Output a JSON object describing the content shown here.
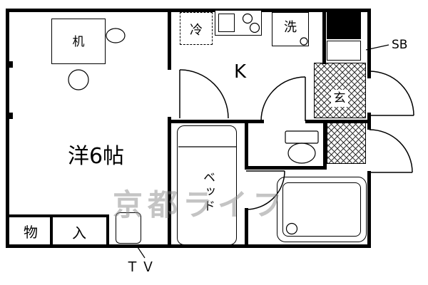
{
  "labels": {
    "room": "洋6帖",
    "desk": "机",
    "kitchen": "K",
    "fridge": "冷",
    "washer": "洗",
    "shoebox": "SB",
    "genkan": "玄",
    "bed": "ベッド",
    "storage": "物",
    "entry": "入",
    "tv": "ＴＶ"
  },
  "watermark": {
    "text": "京都ライフ",
    "color": "#8a8a8a"
  },
  "colors": {
    "wall": "#000000",
    "background": "#ffffff"
  }
}
